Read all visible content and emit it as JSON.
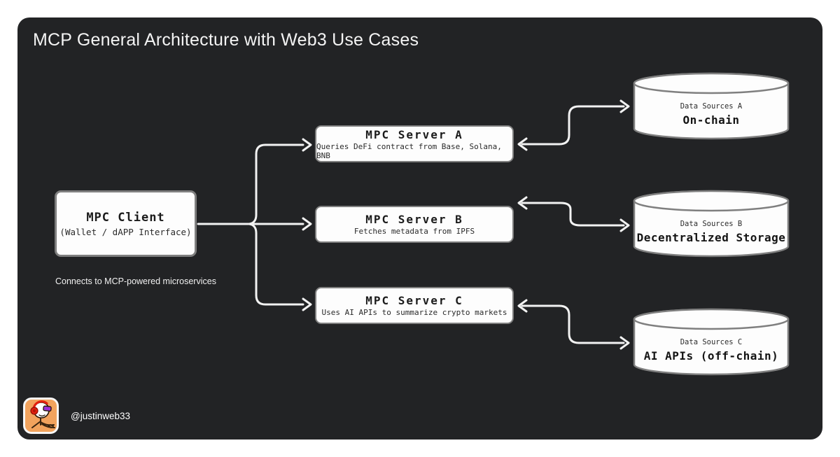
{
  "title": "MCP General Architecture with Web3 Use Cases",
  "client": {
    "title": "MPC Client",
    "subtitle": "(Wallet / dAPP Interface)",
    "caption": "Connects to MCP-powered microservices"
  },
  "servers": [
    {
      "title": "MPC Server A",
      "subtitle": "Queries DeFi contract from Base, Solana, BNB"
    },
    {
      "title": "MPC Server B",
      "subtitle": "Fetches metadata from IPFS"
    },
    {
      "title": "MPC Server C",
      "subtitle": "Uses AI APIs to summarize crypto markets"
    }
  ],
  "data_sources": [
    {
      "label": "Data Sources A",
      "name": "On-chain"
    },
    {
      "label": "Data Sources B",
      "name": "Decentralized Storage"
    },
    {
      "label": "Data Sources C",
      "name": "AI APIs (off-chain)"
    }
  ],
  "footer": {
    "handle": "@justinweb33",
    "avatar_icon": "meme-figure-with-headphones-icon"
  },
  "colors": {
    "canvas": "#ffffff",
    "card": "#222325",
    "node_fill": "#fdfdfd",
    "node_border": "#7f7f7f",
    "node_text": "#1b1b1b",
    "arrow": "#f2f2f2",
    "avatar_bg": "#f2a35d",
    "headphone_red": "#e2200f",
    "glasses_purple": "#9b30d9"
  }
}
